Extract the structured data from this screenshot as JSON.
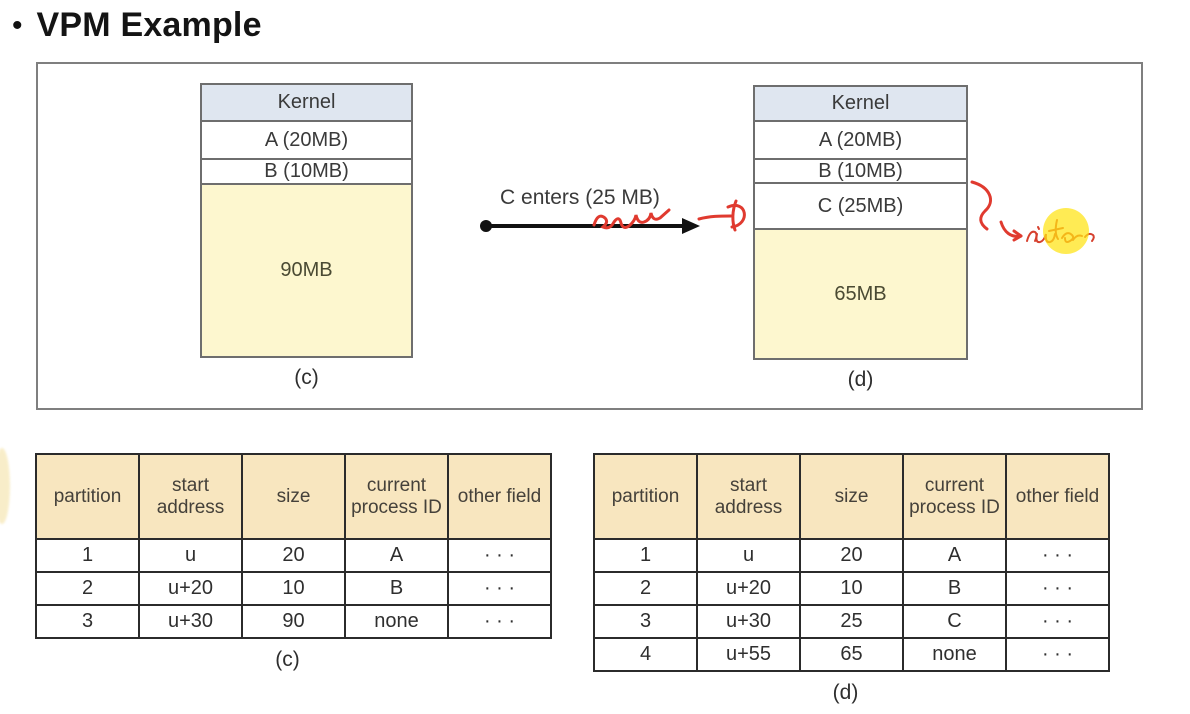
{
  "title": {
    "bullet": "•",
    "text": "VPM Example"
  },
  "figure": {
    "diagram_c": {
      "caption": "(c)",
      "blocks": [
        {
          "label": "Kernel",
          "type": "kernel"
        },
        {
          "label": "A (20MB)",
          "type": "process"
        },
        {
          "label": "B (10MB)",
          "type": "process"
        },
        {
          "label": "90MB",
          "type": "free"
        }
      ]
    },
    "transition": {
      "label": "C enters (25 MB)"
    },
    "diagram_d": {
      "caption": "(d)",
      "blocks": [
        {
          "label": "Kernel",
          "type": "kernel"
        },
        {
          "label": "A (20MB)",
          "type": "process"
        },
        {
          "label": "B (10MB)",
          "type": "process"
        },
        {
          "label": "C (25MB)",
          "type": "process"
        },
        {
          "label": "65MB",
          "type": "free"
        }
      ]
    },
    "annotations": {
      "squiggle_underline": "red squiggly underline below (25 MB)",
      "hand_arrow": "red hand-drawn arrow pointing at diagram (d)",
      "brace": "red curly brace beside C (25MB) row",
      "handwriting": "illegible red handwriting",
      "highlight_dot": "yellow highlighter dot over handwriting"
    }
  },
  "tables": {
    "headers": [
      "partition",
      "start address",
      "size",
      "current process ID",
      "other field"
    ],
    "c": {
      "caption": "(c)",
      "rows": [
        [
          "1",
          "u",
          "20",
          "A",
          "· · ·"
        ],
        [
          "2",
          "u+20",
          "10",
          "B",
          "· · ·"
        ],
        [
          "3",
          "u+30",
          "90",
          "none",
          "· · ·"
        ]
      ]
    },
    "d": {
      "caption": "(d)",
      "rows": [
        [
          "1",
          "u",
          "20",
          "A",
          "· · ·"
        ],
        [
          "2",
          "u+20",
          "10",
          "B",
          "· · ·"
        ],
        [
          "3",
          "u+30",
          "25",
          "C",
          "· · ·"
        ],
        [
          "4",
          "u+55",
          "65",
          "none",
          "· · ·"
        ]
      ]
    }
  },
  "colors": {
    "kernel_header": "#dfe6f0",
    "free_block": "#fdf7cf",
    "table_header": "#f8e6bf",
    "diagram_border": "#6e6e6e",
    "table_border": "#2b2b2b",
    "annotation_red": "#e03a2f",
    "highlight_yellow": "#ffe312",
    "arrow_black": "#111111"
  }
}
